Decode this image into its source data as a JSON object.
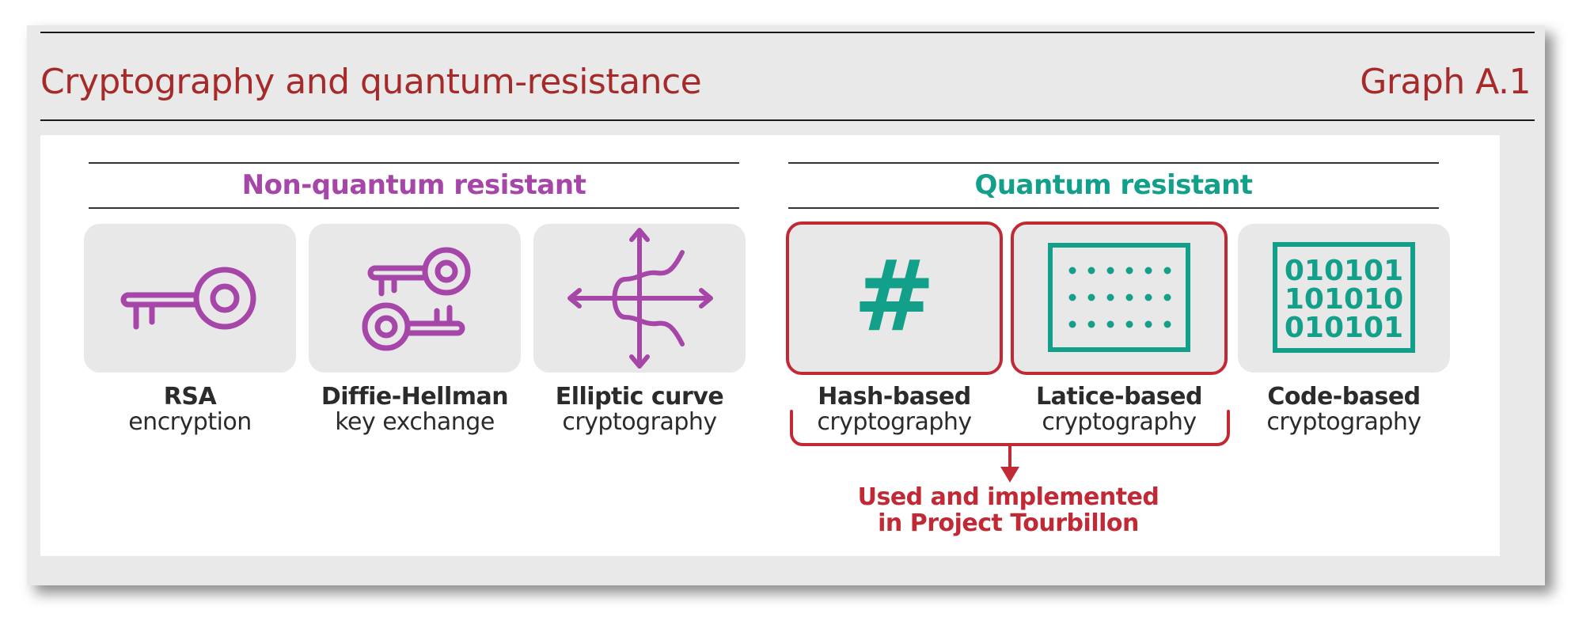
{
  "header": {
    "title": "Cryptography and quantum-resistance",
    "graph_id": "Graph A.1"
  },
  "colors": {
    "title_red": "#a62a2a",
    "non_quantum_purple": "#a646a8",
    "quantum_teal": "#13a08a",
    "highlight_red": "#c12a35"
  },
  "sections": {
    "non_quantum": {
      "title": "Non-quantum resistant"
    },
    "quantum": {
      "title": "Quantum resistant"
    }
  },
  "methods": [
    {
      "name": "RSA",
      "subtitle": "encryption",
      "icon": "key-icon",
      "group": "non_quantum",
      "highlighted": false
    },
    {
      "name": "Diffie-Hellman",
      "subtitle": "key exchange",
      "icon": "key-pair-icon",
      "group": "non_quantum",
      "highlighted": false
    },
    {
      "name": "Elliptic curve",
      "subtitle": "cryptography",
      "icon": "elliptic-curve-icon",
      "group": "non_quantum",
      "highlighted": false
    },
    {
      "name": "Hash-based",
      "subtitle": "cryptography",
      "icon": "hash-icon",
      "group": "quantum",
      "highlighted": true,
      "symbol": "#"
    },
    {
      "name": "Latice-based",
      "subtitle": "cryptography",
      "icon": "lattice-grid-icon",
      "group": "quantum",
      "highlighted": true
    },
    {
      "name": "Code-based",
      "subtitle": "cryptography",
      "icon": "binary-code-icon",
      "group": "quantum",
      "highlighted": false,
      "code_lines": [
        "010101",
        "101010",
        "010101"
      ]
    }
  ],
  "annotation": {
    "line1": "Used and implemented",
    "line2": "in Project Tourbillon"
  }
}
